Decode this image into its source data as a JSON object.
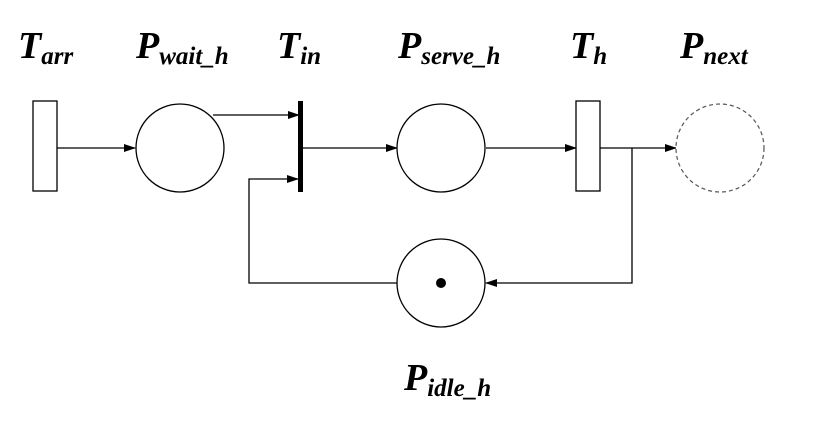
{
  "labels": {
    "t_arr": {
      "base": "T",
      "sub": "arr"
    },
    "p_wait_h": {
      "base": "P",
      "sub": "wait_h"
    },
    "t_in": {
      "base": "T",
      "sub": "in"
    },
    "p_serve_h": {
      "base": "P",
      "sub": "serve_h"
    },
    "t_h": {
      "base": "T",
      "sub": "h"
    },
    "p_next": {
      "base": "P",
      "sub": "next"
    },
    "p_idle_h": {
      "base": "P",
      "sub": "idle_h"
    }
  },
  "tokens": {
    "p_idle_h": 1
  },
  "styles": {
    "stroke_color": "#000000",
    "dashed_place_color": "#555555",
    "background": "#ffffff"
  }
}
